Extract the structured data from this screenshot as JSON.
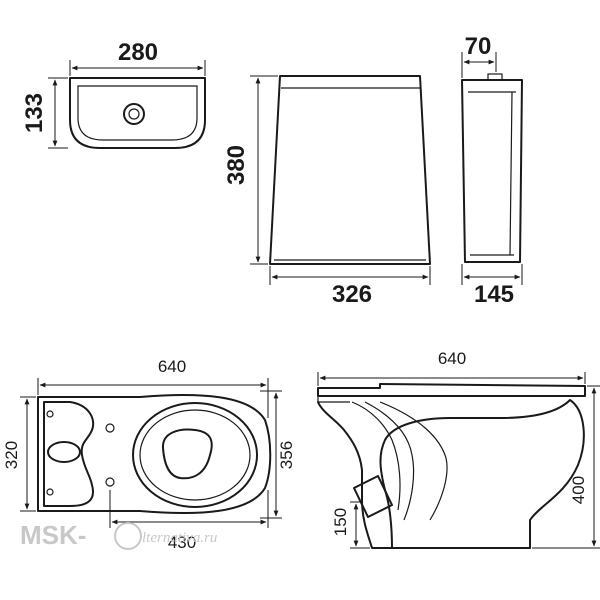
{
  "cistern_top_view": {
    "width": "280",
    "depth": "133"
  },
  "cistern_front_view": {
    "height": "380",
    "width": "326"
  },
  "cistern_side_view": {
    "top_depth": "70",
    "depth": "145"
  },
  "bowl_top_view": {
    "length": "640",
    "width_outer": "320",
    "width_seat": "356",
    "bolt_span": "430"
  },
  "bowl_side_view": {
    "length": "640",
    "height": "400",
    "outlet_height": "150"
  },
  "watermark": {
    "prefix": "MSK-",
    "suffix": "lternativa.ru"
  }
}
